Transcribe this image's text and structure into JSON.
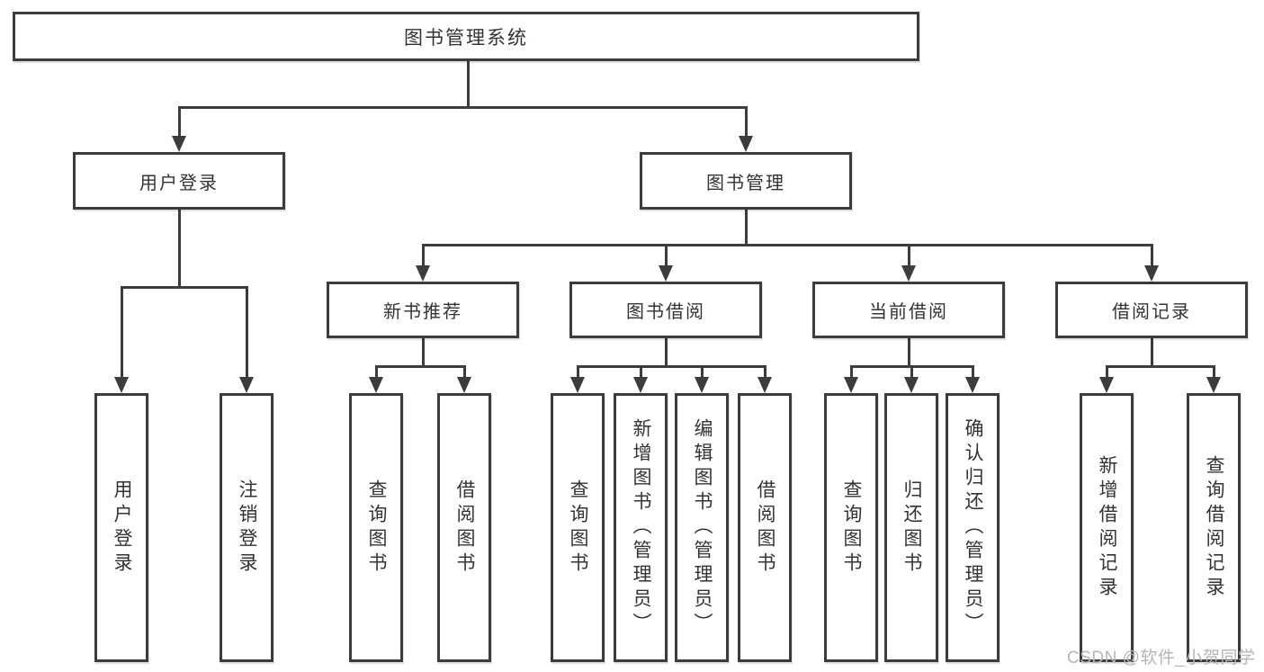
{
  "diagram_title": "图书管理系统",
  "watermark": "CSDN @软件_小贺同学",
  "colors": {
    "line": "#3c3c3c",
    "text": "#333333",
    "background": "#ffffff",
    "watermark": "#b6b6b6"
  },
  "tree": {
    "root": {
      "label": "图书管理系统",
      "children": [
        {
          "label": "用户登录",
          "children": [
            {
              "label": "用户登录"
            },
            {
              "label": "注销登录"
            }
          ]
        },
        {
          "label": "图书管理",
          "children": [
            {
              "label": "新书推荐",
              "children": [
                {
                  "label": "查询图书"
                },
                {
                  "label": "借阅图书"
                }
              ]
            },
            {
              "label": "图书借阅",
              "children": [
                {
                  "label": "查询图书"
                },
                {
                  "label": "新增图书（管理员）"
                },
                {
                  "label": "编辑图书（管理员）"
                },
                {
                  "label": "借阅图书"
                }
              ]
            },
            {
              "label": "当前借阅",
              "children": [
                {
                  "label": "查询图书"
                },
                {
                  "label": "归还图书"
                },
                {
                  "label": "确认归还（管理员）"
                }
              ]
            },
            {
              "label": "借阅记录",
              "children": [
                {
                  "label": "新增借阅记录"
                },
                {
                  "label": "查询借阅记录"
                }
              ]
            }
          ]
        }
      ]
    }
  }
}
